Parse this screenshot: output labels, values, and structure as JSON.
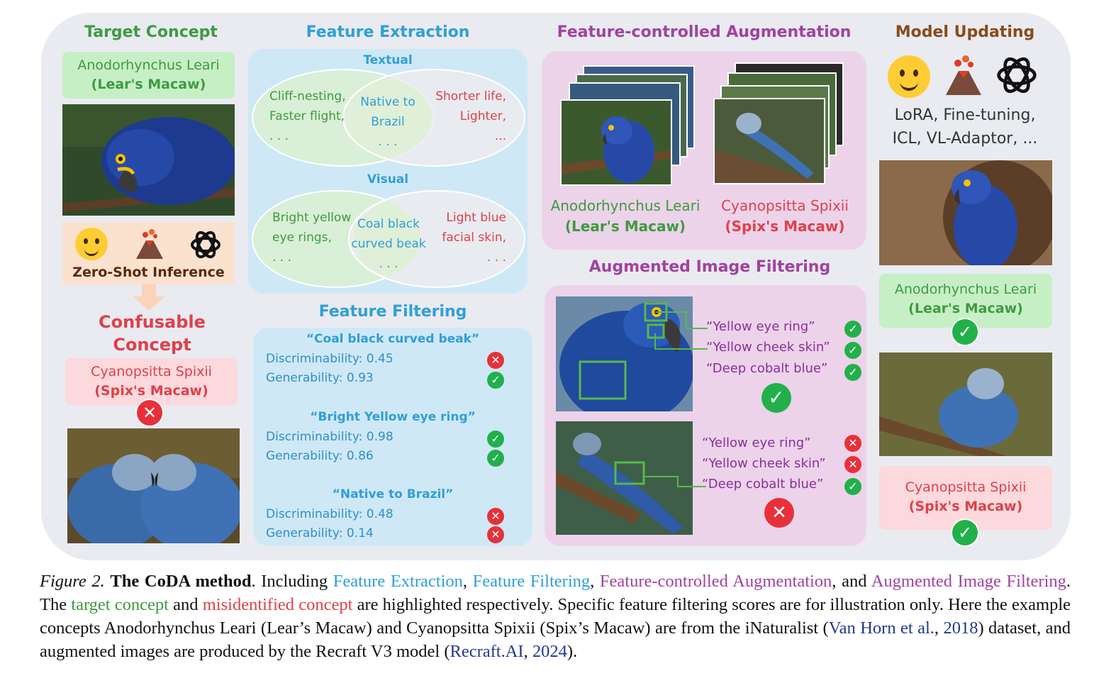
{
  "colors": {
    "panel_bg": "#e9ebf1",
    "green": "#3f9a3f",
    "red": "#e0404a",
    "blue": "#2f9fd7",
    "purple": "#a1429f",
    "brown": "#8a4a1a"
  },
  "titles": {
    "target": "Target Concept",
    "extraction": "Feature Extraction",
    "augmentation": "Feature-controlled Augmentation",
    "updating": "Model Updating",
    "filtering": "Feature Filtering",
    "img_filtering": "Augmented Image Filtering"
  },
  "target": {
    "name": "Anodorhynchus Leari",
    "common": "(Lear's Macaw)"
  },
  "zero_shot": "Zero-Shot Inference",
  "confusable": {
    "line1": "Confusable",
    "line2": "Concept"
  },
  "misid": {
    "name": "Cyanopsitta Spixii",
    "common": "(Spix's Macaw)"
  },
  "extraction": {
    "textual": {
      "label": "Textual",
      "left": [
        "Cliff-nesting,",
        "Faster flight,",
        ". . ."
      ],
      "mid": [
        "Native to",
        "Brazil",
        ". . ."
      ],
      "right": [
        "Shorter life,",
        "Lighter,",
        "..."
      ]
    },
    "visual": {
      "label": "Visual",
      "left": [
        "Bright yellow",
        "eye rings,",
        ". . ."
      ],
      "mid": [
        "Coal black",
        "curved beak",
        ". . ."
      ],
      "right": [
        "Light blue",
        "facial skin,",
        ". . ."
      ]
    }
  },
  "filtering": [
    {
      "name": "“Coal black curved beak”",
      "disc": "Discriminability: 0.45",
      "gen": "Generability: 0.93",
      "disc_ok": false,
      "gen_ok": true
    },
    {
      "name": "“Bright Yellow eye ring”",
      "disc": "Discriminability: 0.98",
      "gen": "Generability: 0.86",
      "disc_ok": true,
      "gen_ok": true
    },
    {
      "name": "“Native to Brazil”",
      "disc": "Discriminability:  0.48",
      "gen": "Generability: 0.14",
      "disc_ok": false,
      "gen_ok": false
    }
  ],
  "augmentation": {
    "left": {
      "name": "Anodorhynchus Leari",
      "common": "(Lear's Macaw)"
    },
    "right": {
      "name": "Cyanopsitta Spixii",
      "common": "(Spix's Macaw)"
    }
  },
  "img_filtering": {
    "top": [
      {
        "text": "“Yellow eye ring”",
        "ok": true
      },
      {
        "text": "“Yellow cheek skin”",
        "ok": true
      },
      {
        "text": "“Deep cobalt blue”",
        "ok": true
      }
    ],
    "bottom": [
      {
        "text": "“Yellow eye ring”",
        "ok": false
      },
      {
        "text": "“Yellow cheek skin”",
        "ok": false
      },
      {
        "text": "“Deep cobalt blue”",
        "ok": true
      }
    ],
    "top_ok": true,
    "bottom_ok": false
  },
  "updating": {
    "methods1": "LoRA, Fine-tuning,",
    "methods2": "ICL, VL-Adaptor, ...",
    "target": {
      "name": "Anodorhynchus Leari",
      "common": "(Lear's Macaw)"
    },
    "misid": {
      "name": "Cyanopsitta Spixii",
      "common": "(Spix's Macaw)"
    }
  },
  "icons": [
    "hugging-face-icon",
    "volcano-icon",
    "openai-icon"
  ],
  "caption": {
    "fig": "Figure 2.",
    "bold": "The CoDA method",
    "t1": ".  Including ",
    "fe": "Feature Extraction",
    "s1": ", ",
    "ff": "Feature Filtering",
    "s2": ", ",
    "fca": "Feature-controlled Augmentation",
    "s3": ", and ",
    "aif": "Augmented Image Filtering",
    "t2": ".  The ",
    "tc": "target concept",
    "t3": " and ",
    "mc": "misidentified concept",
    "t4": " are highlighted respectively.  Specific feature filtering scores are for illustration only. Here the example concepts Anodorhynchus Leari (Lear’s Macaw) and Cyanopsitta Spixii (Spix’s Macaw) are from the iNaturalist (",
    "ref1": "Van Horn et al.",
    "s4": ", ",
    "ref1y": "2018",
    "t5": ") dataset, and augmented images are produced by the Recraft V3 model (",
    "ref2": "Recraft.AI",
    "s5": ", ",
    "ref2y": "2024",
    "t6": ")."
  }
}
